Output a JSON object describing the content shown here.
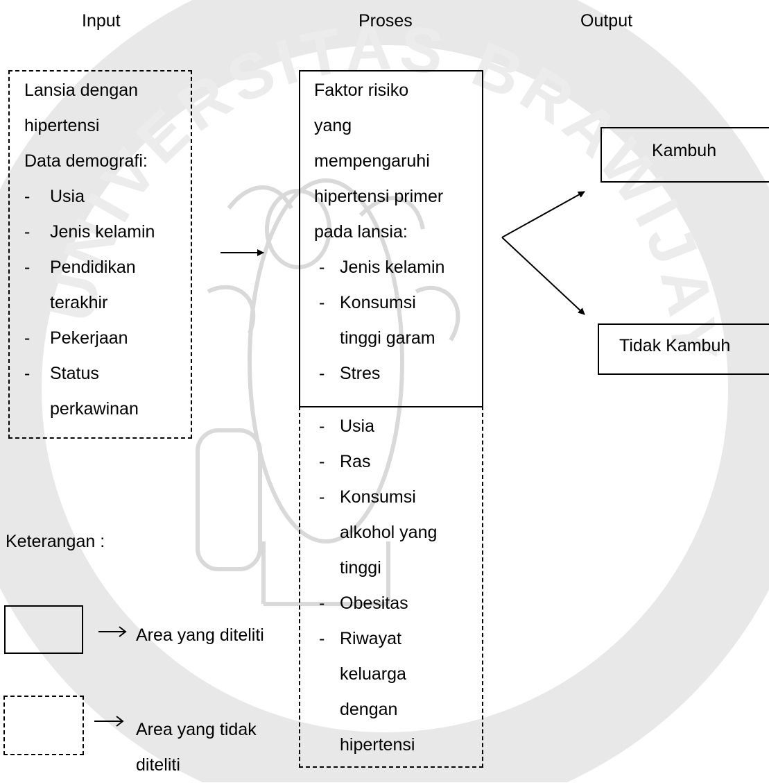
{
  "watermark": {
    "seal_color": "#dcdcdc",
    "seal_ring_color": "#e6e6e6",
    "ring_text": "UNIVERSITAS BRAWIJAYA"
  },
  "headers": {
    "input": "Input",
    "proses": "Proses",
    "output": "Output"
  },
  "input_box": {
    "title_line1": "Lansia dengan",
    "title_line2": "hipertensi",
    "demographic_label": "Data demografi:",
    "dash": "-",
    "items": [
      "Usia",
      "Jenis kelamin",
      "Pendidikan",
      "terakhir",
      "Pekerjaan",
      "Status",
      "perkawinan"
    ]
  },
  "process_box": {
    "title_lines": [
      "Faktor risiko",
      "yang",
      "mempengaruhi",
      "hipertensi primer",
      "pada lansia:"
    ],
    "dash": "-",
    "studied_items": [
      "Jenis kelamin",
      "Konsumsi",
      "tinggi garam",
      "Stres"
    ],
    "unstudied_items": [
      "Usia",
      "Ras",
      "Konsumsi",
      "alkohol yang",
      "tinggi",
      "Obesitas",
      "Riwayat",
      "keluarga",
      "dengan",
      "hipertensi"
    ]
  },
  "outputs": {
    "kambuh": "Kambuh",
    "tidak_kambuh": "Tidak Kambuh"
  },
  "legend": {
    "title": "Keterangan :",
    "studied_label": "Area yang diteliti",
    "unstudied_label_line1": "Area yang tidak",
    "unstudied_label_line2": "diteliti"
  }
}
